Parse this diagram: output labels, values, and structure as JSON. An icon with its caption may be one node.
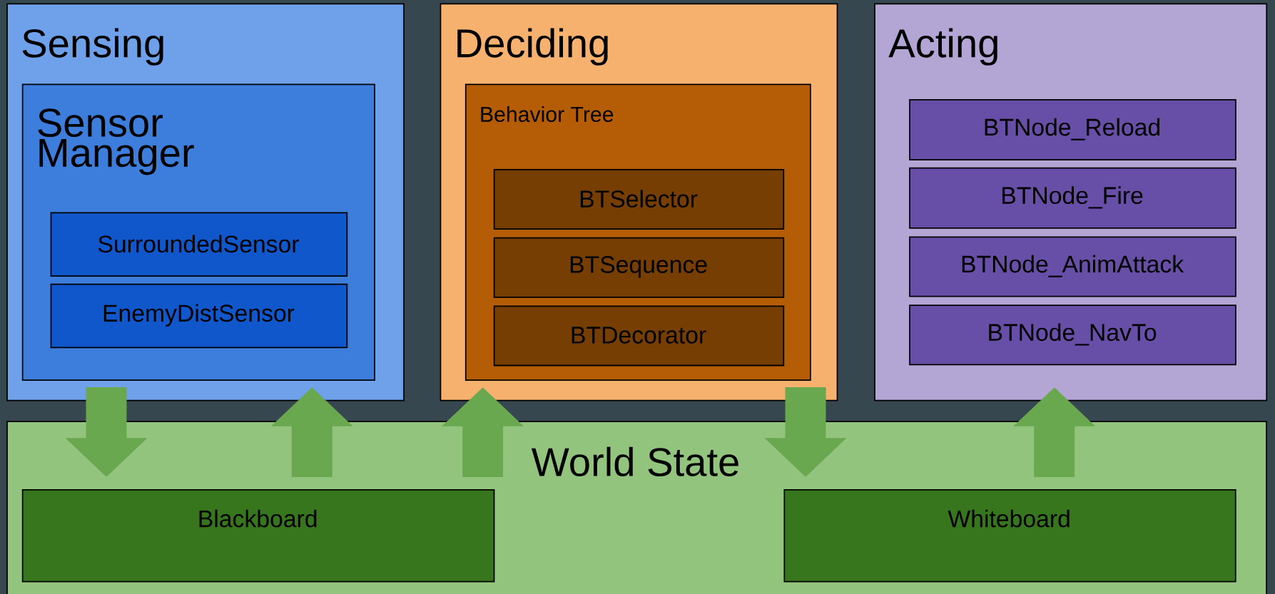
{
  "diagram": {
    "nodes": [
      {
        "text": [
          "Sensing"
        ]
      },
      {
        "text": [
          "Sensor Manager"
        ],
        "in": 0
      },
      {
        "text": [
          "SurroundedSensor"
        ],
        "in": 1
      },
      {
        "text": [
          "EnemyDistSensor"
        ],
        "in": 1
      },
      {
        "text": [
          "Deciding"
        ]
      },
      {
        "text": [
          "Behavior Tree"
        ],
        "in": 4
      },
      {
        "text": [
          "BTSelector"
        ],
        "in": 5
      },
      {
        "text": [
          "BTSequence"
        ],
        "in": 5
      },
      {
        "text": [
          "BTDecorator"
        ],
        "in": 5
      },
      {
        "text": [
          "Acting"
        ]
      },
      {
        "text": [
          "BTNode_Reload"
        ],
        "in": 9
      },
      {
        "text": [
          "BTNode_Fire"
        ],
        "in": 9
      },
      {
        "text": [
          "BTNode_AnimAttack"
        ],
        "in": 9
      },
      {
        "text": [
          "BTNode_NavTo"
        ],
        "in": 9
      },
      {
        "text": [
          "World State"
        ]
      },
      {
        "text": [
          "Blackboard"
        ],
        "in": 14
      },
      {
        "text": [
          "Whiteboard"
        ],
        "in": 14
      }
    ],
    "edges": [
      {
        "from": 1,
        "to": 15,
        "arrow": "to"
      },
      {
        "from": 15,
        "to": 1,
        "arrow": "to"
      },
      {
        "from": 15,
        "to": 5,
        "arrow": "to"
      },
      {
        "from": 5,
        "to": 16,
        "arrow": "to"
      },
      {
        "from": 16,
        "to": 9,
        "arrow": "to"
      }
    ]
  }
}
